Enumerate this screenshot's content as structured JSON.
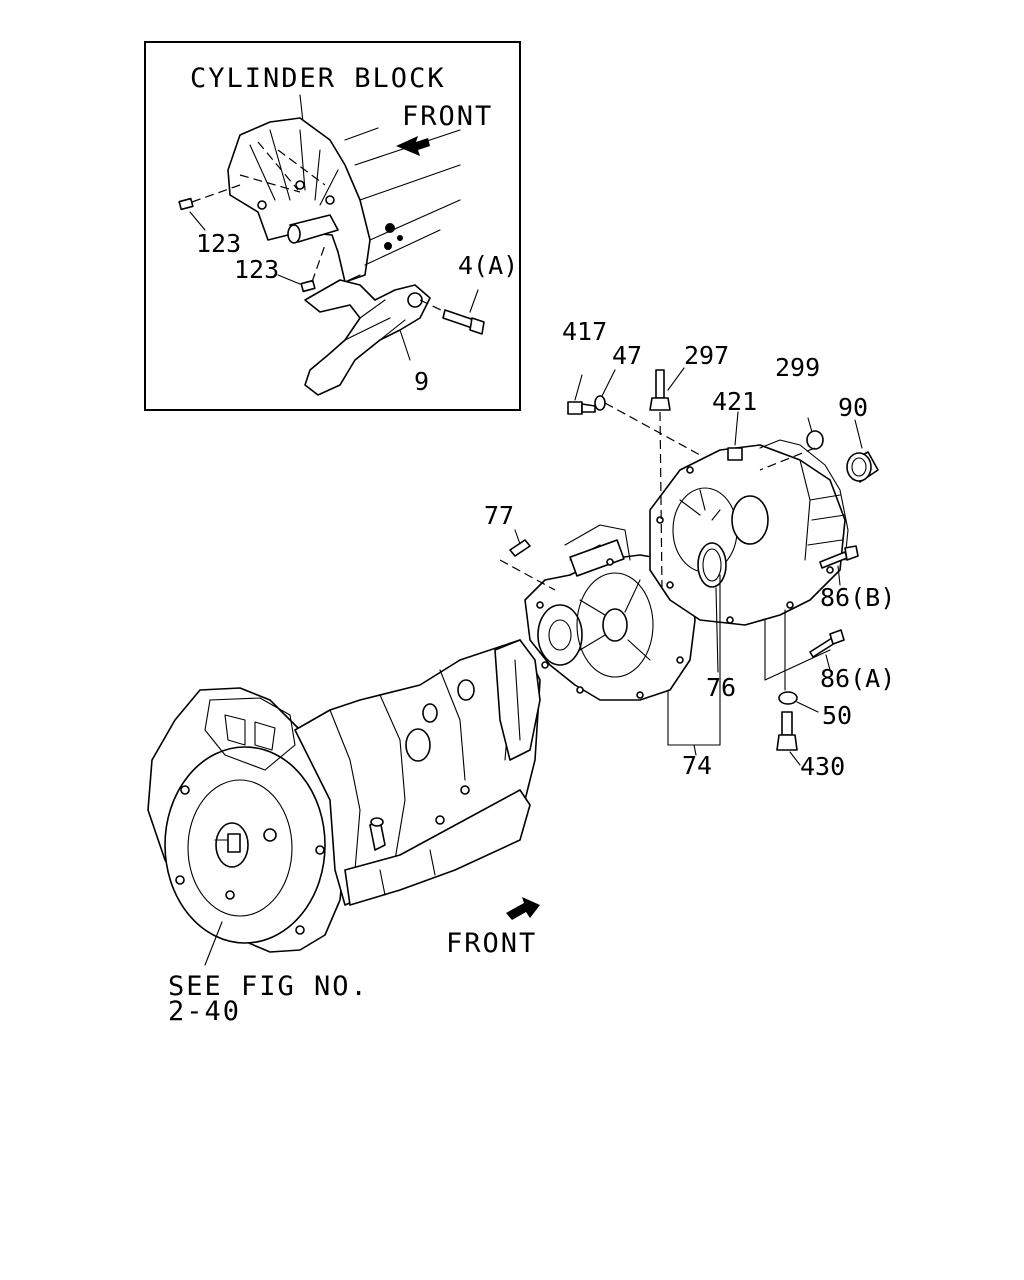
{
  "inset": {
    "title": "CYLINDER BLOCK",
    "front": "FRONT",
    "callouts": {
      "c123a": "123",
      "c123b": "123",
      "c4a": "4(A)",
      "c9": "9"
    }
  },
  "callouts": {
    "c417": "417",
    "c47": "47",
    "c297": "297",
    "c299": "299",
    "c421": "421",
    "c90": "90",
    "c77": "77",
    "c86b": "86(B)",
    "c86a": "86(A)",
    "c76": "76",
    "c50": "50",
    "c74": "74",
    "c430": "430"
  },
  "front_main": "FRONT",
  "see_fig": {
    "line1": "SEE FIG NO.",
    "line2": "2-40"
  }
}
